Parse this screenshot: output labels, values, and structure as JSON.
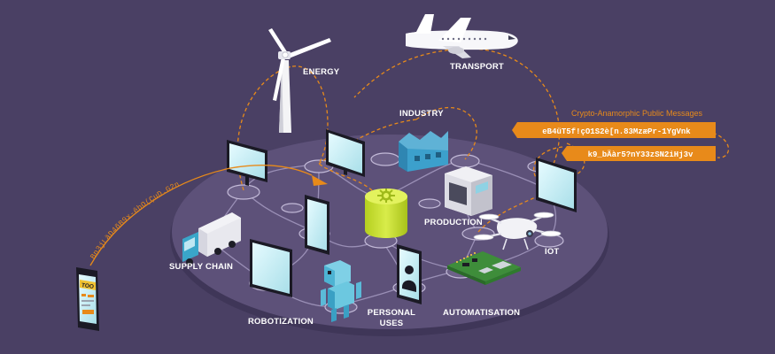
{
  "labels": {
    "energy": "ENERGY",
    "transport": "TRANSPORT",
    "industry": "INDUSTRY",
    "production": "PRODUCTION",
    "iot": "IOT",
    "supply_chain": "SUPPLY CHAIN",
    "robotization": "ROBOTIZATION",
    "personal_line1": "PERSONAL",
    "personal_line2": "USES",
    "automatisation": "AUTOMATISATION"
  },
  "crypto": {
    "caption": "Crypto-Anamorphic Public Messages",
    "message1": "eB4üT5f!çO1S2è[n.83MzæPr-1YgVnk",
    "message2": "k9_bÄàr5?nY33zSN2iHj3v",
    "curve_text": "Bn3jLäD4ñB9x-êbO(ÇuD.G2n"
  },
  "phone_badge": "TOO",
  "colors": {
    "background": "#4a4064",
    "platform": "#5d5179",
    "accent": "#e88a1a",
    "screen": "#cdeef3",
    "cylinder": "#c9e22a"
  }
}
